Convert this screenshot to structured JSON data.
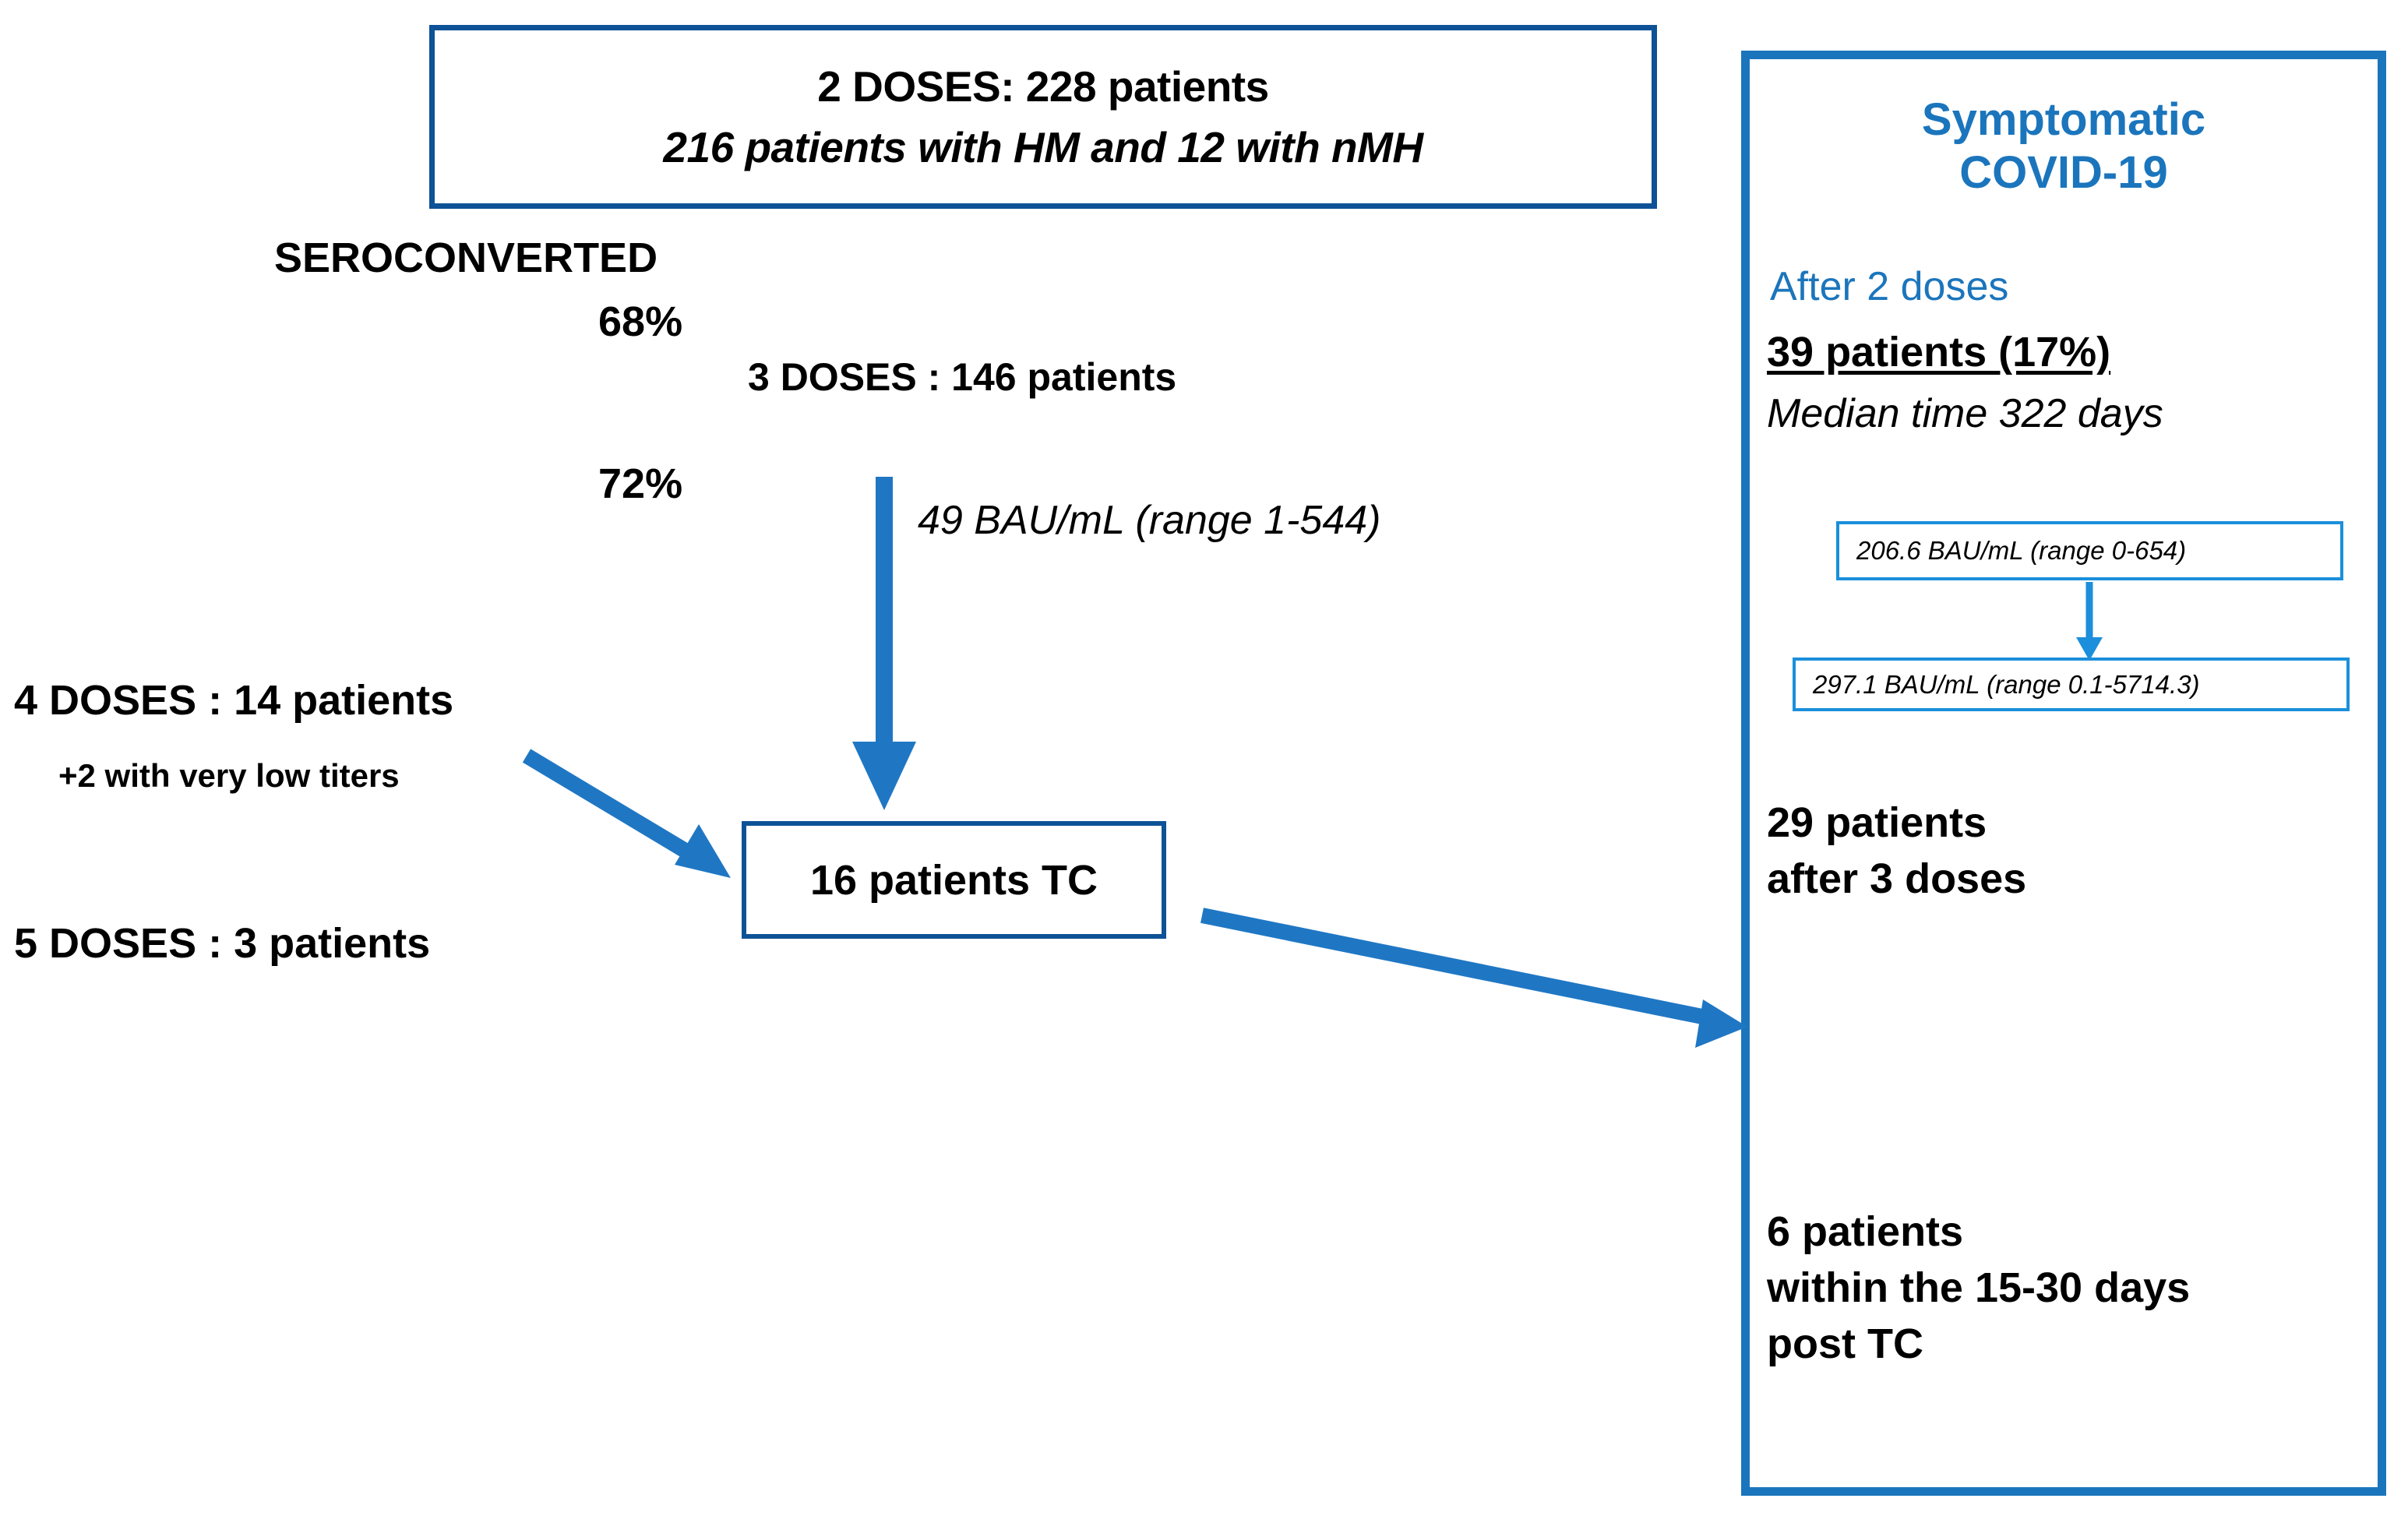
{
  "diagram": {
    "title": "Vaccination doses and symptomatic COVID-19 flow diagram",
    "colors": {
      "dark_blue_border": "#0d5296",
      "panel_blue": "#1b75bc",
      "inner_box_blue": "#1b8fdb",
      "arrow_blue": "#1f77c4",
      "text_black": "#000000"
    }
  },
  "top_box": {
    "line1": "2 DOSES: 228 patients",
    "line2": "216 patients with HM and 12 with nMH"
  },
  "left": {
    "seroconverted_label": "SEROCONVERTED",
    "pct_68": "68%",
    "pct_72": "72%",
    "doses_3": "3 DOSES : 146 patients",
    "bau_49": "49 BAU/mL (range 1-544)",
    "doses_4": "4 DOSES : 14 patients",
    "low_titers": "+2 with very low titers",
    "doses_5": "5 DOSES :    3 patients",
    "tc_box": "16 patients TC"
  },
  "right_panel": {
    "title_line1": "Symptomatic",
    "title_line2": "COVID-19",
    "after_2_doses": "After 2 doses",
    "patients_39": "39 patients (17%)",
    "median_time": "Median time 322 days",
    "bau_box_1": "206.6 BAU/mL (range 0-654)",
    "bau_box_2": "297.1 BAU/mL (range 0.1-5714.3)",
    "patients_29_line1": "29 patients",
    "patients_29_line2": "after 3 doses",
    "patients_6_line1": "6 patients",
    "patients_6_line2": "within the 15-30 days",
    "patients_6_line3": "post TC"
  },
  "arrows": [
    {
      "name": "arrow-3doses-to-tc",
      "type": "vertical-down"
    },
    {
      "name": "arrow-4doses-to-tc",
      "type": "diagonal-down-right"
    },
    {
      "name": "arrow-tc-to-panel",
      "type": "diagonal-down-right"
    },
    {
      "name": "arrow-bau1-to-bau2",
      "type": "vertical-down"
    }
  ]
}
